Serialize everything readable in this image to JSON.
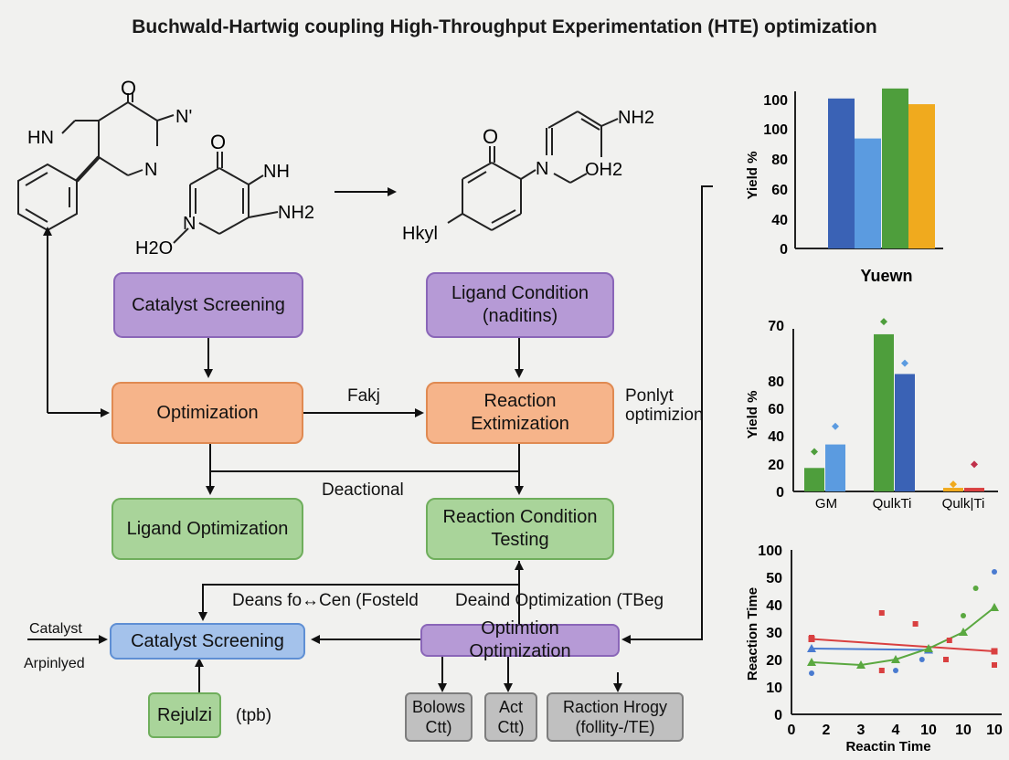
{
  "title": "Buchwald-Hartwig coupling High-Throughput Experimentation (HTE) optimization",
  "molecules": {
    "m1_o": "O",
    "m1_hn": "HN",
    "m1_n_prime": "N'",
    "m1_n": "N",
    "m2_o": "O",
    "m2_nh": "NH",
    "m2_nh2": "NH2",
    "m2_n": "N",
    "m2_h2o": "H2O",
    "m3_o": "O",
    "m3_n": "N",
    "m3_nh2": "NH2",
    "m3_oh2": "OH2",
    "m3_hkyl": "Hkyl"
  },
  "flow": {
    "catalyst_screening_top": "Catalyst Screening",
    "ligand_condition": "Ligand Condition (naditins)",
    "optimization": "Optimization",
    "reaction_extimization": "Reaction Extimization",
    "fakj": "Fakj",
    "ponlyt": "Ponlyt optimizion",
    "deactional": "Deactional",
    "ligand_optimization": "Ligand Optimization",
    "reaction_condition_testing": "Reaction Condition Testing",
    "deans_label": "Deans fo↔Cen (Fosteld",
    "deaind_label": "Deaind Optimization (TBeg",
    "catalyst_screening_bottom": "Catalyst Screening",
    "optimtion_optimization": "Optimtion Optimization",
    "catalyst_side": "Catalyst",
    "arpinlyed": "Arpinlyed",
    "rejulzi": "Rejulzi",
    "tpb": "(tpb)",
    "bolows": "Bolows Ctt)",
    "act": "Act Ctt)",
    "raction_hrogy": "Raction Hrogy (follity-/TE)"
  },
  "colors": {
    "purple": "#b69ad6",
    "orange": "#f6b48a",
    "green": "#a9d49a",
    "blue": "#a4c2eb",
    "gray": "#c0c0c0",
    "bar_dark_blue": "#3a62b5",
    "bar_light_blue": "#5b9be0",
    "bar_green": "#4e9e3c",
    "bar_yellow": "#f0aa1e",
    "line_red": "#d94040",
    "line_blue": "#4a7bd0",
    "line_green": "#5aa840"
  },
  "chart_data": [
    {
      "type": "bar",
      "title": "",
      "xlabel": "Yuewn",
      "ylabel": "Yield %",
      "yticks": [
        "0",
        "40",
        "60",
        "80",
        "100",
        "100"
      ],
      "ylim": [
        0,
        110
      ],
      "grid": false,
      "values": [
        105,
        77,
        112,
        101
      ]
    },
    {
      "type": "bar",
      "title": "",
      "xlabel": "",
      "ylabel": "Yield %",
      "yticks": [
        "0",
        "20",
        "40",
        "60",
        "80",
        "70"
      ],
      "ylim": [
        0,
        90
      ],
      "grid": false,
      "categories": [
        "GM",
        "QulkTi",
        "Qulk|Ti"
      ],
      "series": [
        {
          "values": [
            13,
            87,
            2
          ],
          "markers": [
            22,
            94,
            4
          ]
        },
        {
          "values": [
            26,
            65,
            2
          ],
          "markers": [
            36,
            71,
            15
          ]
        }
      ]
    },
    {
      "type": "scatter",
      "title": "",
      "xlabel": "Reactin Time",
      "ylabel": "Reaction Time",
      "xticks": [
        "0",
        "2",
        "3",
        "4",
        "10",
        "10",
        "10"
      ],
      "yticks": [
        "0",
        "10",
        "20",
        "30",
        "40",
        "50",
        "100"
      ],
      "ylim": [
        0,
        60
      ],
      "grid": false,
      "lines": [
        {
          "x": [
            1,
            6
          ],
          "y": [
            27.5,
            23
          ]
        },
        {
          "x": [
            1,
            4
          ],
          "y": [
            24,
            23.5
          ]
        },
        {
          "x": [
            1,
            2,
            3,
            4,
            5,
            6
          ],
          "y": [
            19,
            18,
            20,
            24,
            30,
            39
          ]
        }
      ],
      "points": [
        {
          "x": 1,
          "y": 28,
          "series": "red"
        },
        {
          "x": 1,
          "y": 15,
          "series": "blue"
        },
        {
          "x": 2.6,
          "y": 37,
          "series": "red"
        },
        {
          "x": 2.6,
          "y": 16,
          "series": "red"
        },
        {
          "x": 3,
          "y": 16,
          "series": "blue"
        },
        {
          "x": 3.6,
          "y": 33,
          "series": "red"
        },
        {
          "x": 3.8,
          "y": 20,
          "series": "blue"
        },
        {
          "x": 4.5,
          "y": 20,
          "series": "red"
        },
        {
          "x": 4.6,
          "y": 27,
          "series": "red"
        },
        {
          "x": 5,
          "y": 36,
          "series": "green"
        },
        {
          "x": 5.4,
          "y": 46,
          "series": "green"
        },
        {
          "x": 6,
          "y": 52,
          "series": "blue"
        },
        {
          "x": 6.3,
          "y": 18,
          "series": "red"
        }
      ]
    }
  ]
}
